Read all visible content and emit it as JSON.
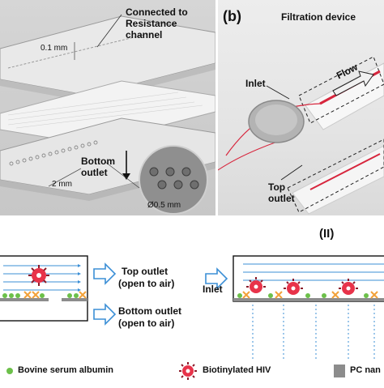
{
  "panel_a": {
    "label_connected": "Connected to",
    "label_resistance": "Resistance",
    "label_channel": "channel",
    "dim_height": "0.1 mm",
    "dim_length": "2 mm",
    "label_bottom": "Bottom",
    "label_outlet": "outlet",
    "dim_pore": "Ø0.5 mm"
  },
  "panel_b": {
    "panel_label": "(b)",
    "title": "Filtration device",
    "label_inlet": "Inlet",
    "label_flow": "Flow",
    "label_top": "Top",
    "label_outlet": "outlet"
  },
  "bottom": {
    "panel_label": "(II)",
    "top_outlet_1": "Top outlet",
    "top_outlet_2": "(open to air)",
    "bottom_outlet_1": "Bottom outlet",
    "bottom_outlet_2": "(open to air)",
    "inlet": "Inlet"
  },
  "legend": {
    "item1": "Bovine serum albumin",
    "item2": "Biotinylated HIV",
    "item3": "PC nan"
  },
  "colors": {
    "accent_blue": "#3b8fd6",
    "red_virus": "#e8334a",
    "bsa_green": "#6cc04a",
    "membrane_gray": "#8c8c8c"
  }
}
